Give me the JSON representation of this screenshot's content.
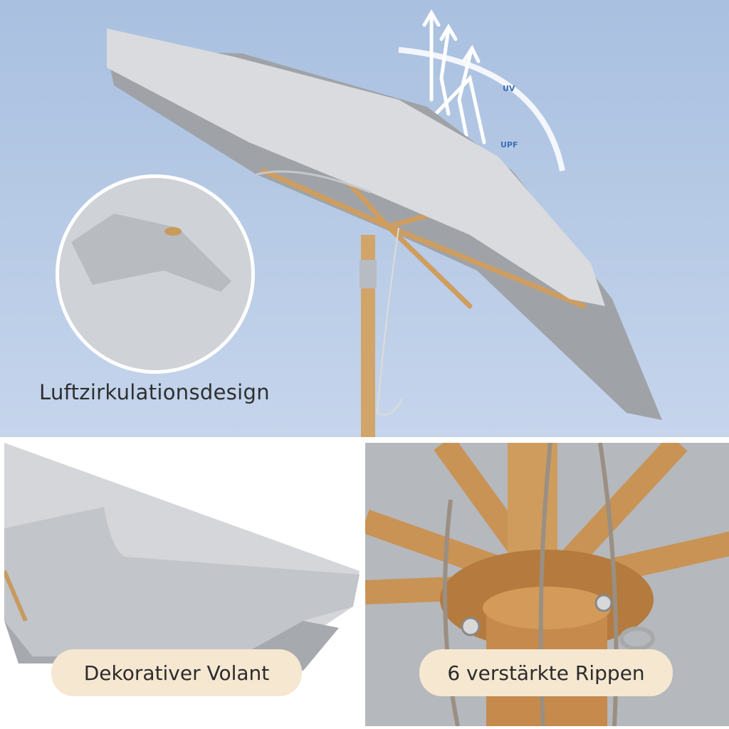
{
  "top_panel": {
    "uv_label": "UV",
    "upf_label": "UPF",
    "inset_caption": "Luftzirkulationsdesign"
  },
  "bottom_left": {
    "caption": "Dekorativer Volant"
  },
  "bottom_right": {
    "caption": "6 verstärkte Rippen"
  },
  "colors": {
    "sky": "#b3c7e4",
    "canopy": "#d6d8db",
    "canopy_shadow": "#a9acb0",
    "wood": "#c8965a",
    "pill": "#f6e7d1"
  }
}
